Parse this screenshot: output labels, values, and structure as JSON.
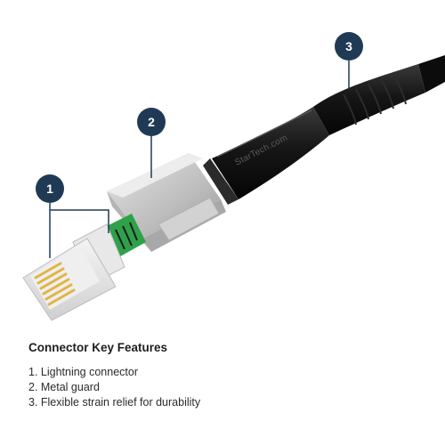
{
  "callouts": [
    {
      "label": "1"
    },
    {
      "label": "2"
    },
    {
      "label": "3"
    }
  ],
  "brand_mark": "StarTech.com",
  "features": {
    "heading": "Connector Key Features",
    "items": [
      "1. Lightning connector",
      "2. Metal guard",
      "3. Flexible strain relief for durability"
    ]
  },
  "colors": {
    "callout_fill": "#203a55",
    "cable_black": "#141414",
    "guard_gray": "#c8c8c8",
    "pcb_green": "#2fa14a",
    "pin_gold": "#e2b445"
  }
}
